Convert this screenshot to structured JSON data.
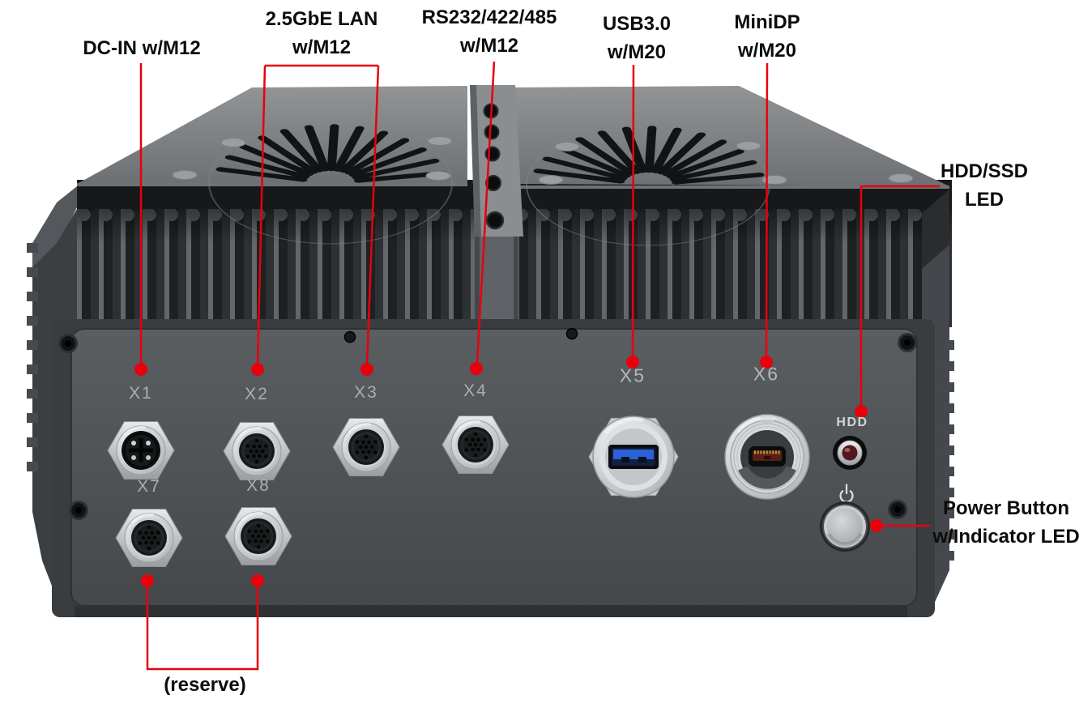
{
  "colors": {
    "annotation_red": "#e8000d",
    "callout_text": "#0c0c0c",
    "chassis_panel": "#4e5255",
    "port_label_gray": "#aaaeb1",
    "usb_blue": "#2b62d9",
    "minidp_insert": "#571f15",
    "hdd_led_red": "#54181c",
    "background": "#ffffff"
  },
  "callouts": {
    "dc_in": {
      "line1": "DC-IN w/M12"
    },
    "lan": {
      "line1": "2.5GbE LAN",
      "line2": "w/M12"
    },
    "rs232": {
      "line1": "RS232/422/485",
      "line2": "w/M12"
    },
    "usb": {
      "line1": "USB3.0",
      "line2": "w/M20"
    },
    "minidp": {
      "line1": "MiniDP",
      "line2": "w/M20"
    },
    "hdd_led": {
      "line1": "HDD/SSD",
      "line2": "LED"
    },
    "power": {
      "line1": "Power Button",
      "line2": "w/Indicator LED"
    },
    "reserve": {
      "line1": "(reserve)"
    }
  },
  "ports": {
    "labels": [
      "X1",
      "X2",
      "X3",
      "X4",
      "X5",
      "X6",
      "X7",
      "X8"
    ],
    "hdd_label": "HDD"
  }
}
